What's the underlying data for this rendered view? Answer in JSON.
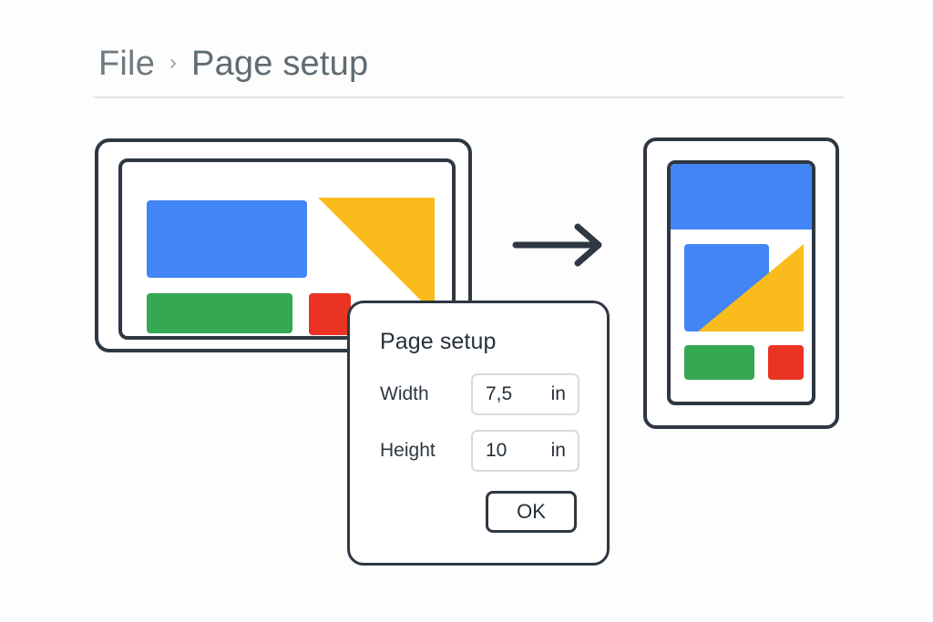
{
  "breadcrumb": {
    "parent": "File",
    "separator": "›",
    "current": "Page setup"
  },
  "documents": {
    "before": {
      "name": "landscape-page-preview",
      "orientation": "landscape",
      "elements": [
        {
          "name": "blue-block",
          "color": "#4285f4",
          "shape": "rectangle"
        },
        {
          "name": "yellow-triangle",
          "color": "#fabc1c",
          "shape": "triangle"
        },
        {
          "name": "green-block",
          "color": "#34a853",
          "shape": "rectangle"
        },
        {
          "name": "red-block",
          "color": "#ea3323",
          "shape": "square"
        }
      ]
    },
    "after": {
      "name": "portrait-page-preview",
      "orientation": "portrait",
      "elements": [
        {
          "name": "blue-header-bar",
          "color": "#4285f4",
          "shape": "rectangle"
        },
        {
          "name": "blue-block",
          "color": "#4285f4",
          "shape": "rectangle"
        },
        {
          "name": "yellow-triangle",
          "color": "#fabc1c",
          "shape": "triangle"
        },
        {
          "name": "green-block",
          "color": "#34a853",
          "shape": "rectangle"
        },
        {
          "name": "red-block",
          "color": "#ea3323",
          "shape": "square"
        }
      ]
    }
  },
  "arrow": {
    "name": "transform-arrow",
    "direction": "right",
    "color": "#2e3742"
  },
  "dialog": {
    "title": "Page setup",
    "fields": [
      {
        "label": "Width",
        "value": "7,5",
        "unit": "in"
      },
      {
        "label": "Height",
        "value": "10",
        "unit": "in"
      }
    ],
    "confirm_label": "OK"
  },
  "colors": {
    "background": "#fdfdfd",
    "stroke": "#2e3742",
    "blue": "#4285f4",
    "yellow": "#fabc1c",
    "green": "#34a853",
    "red": "#ea3323",
    "breadcrumb_parent": "#707a80",
    "breadcrumb_current": "#5f6b72",
    "divider": "#e3e5e8",
    "input_border": "#d6dade"
  }
}
